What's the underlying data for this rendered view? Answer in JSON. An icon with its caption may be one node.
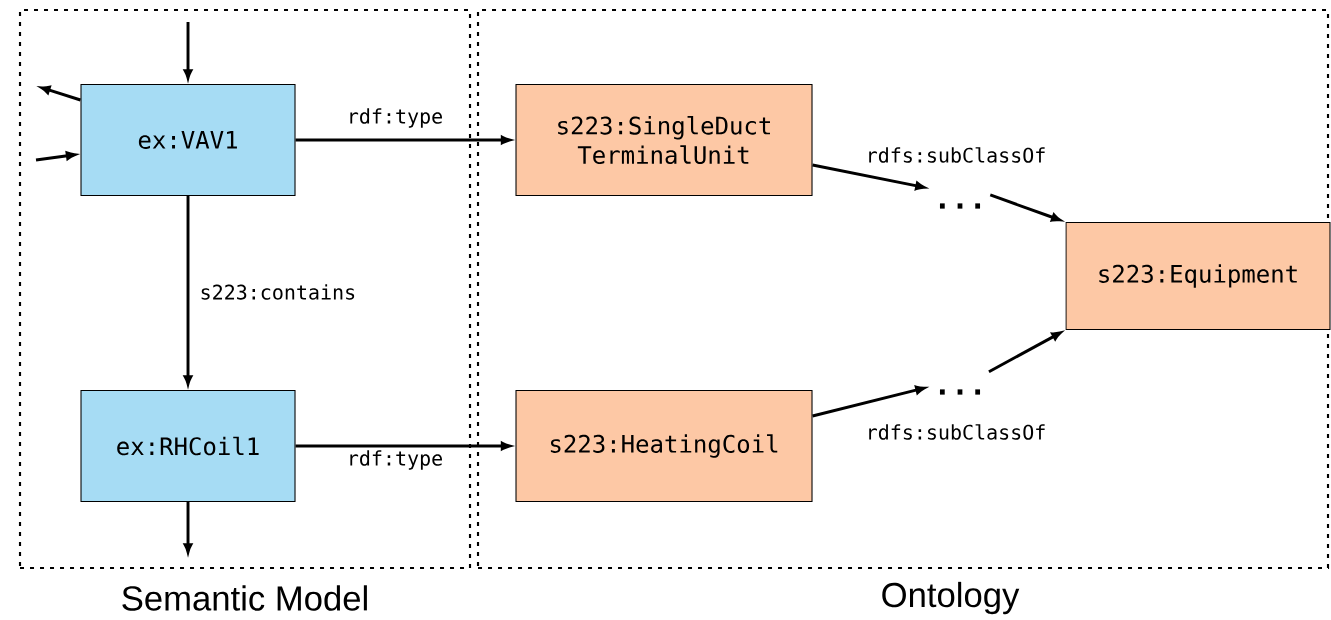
{
  "diagram": {
    "nodes": [
      {
        "text": [
          "Semantic Model"
        ]
      },
      {
        "text": [
          "Ontology"
        ]
      },
      {
        "text": [
          "ex:VAV1"
        ],
        "in": 0
      },
      {
        "text": [
          "ex:RHCoil1"
        ],
        "in": 0
      },
      {
        "text": [
          "s223:SingleDuct TerminalUnit"
        ],
        "in": 1
      },
      {
        "text": [
          "s223:HeatingCoil"
        ],
        "in": 1
      },
      {
        "text": [
          "..."
        ],
        "in": 1
      },
      {
        "text": [
          "..."
        ],
        "in": 1
      },
      {
        "text": [
          "s223:Equipment"
        ],
        "in": 1
      }
    ],
    "edges": [
      {
        "from": null,
        "to": 2,
        "arrow": "to"
      },
      {
        "from": 2,
        "to": null,
        "arrow": "to"
      },
      {
        "from": null,
        "to": 2,
        "arrow": "to"
      },
      {
        "from": 2,
        "to": 3,
        "arrow": "to",
        "label": "s223:contains"
      },
      {
        "from": 3,
        "to": null,
        "arrow": "to"
      },
      {
        "from": 2,
        "to": 4,
        "arrow": "to",
        "label": "rdf:type"
      },
      {
        "from": 3,
        "to": 5,
        "arrow": "to",
        "label": "rdf:type"
      },
      {
        "from": 4,
        "to": 6,
        "arrow": "to",
        "label": "rdfs:subClassOf"
      },
      {
        "from": 6,
        "to": 8,
        "arrow": "to"
      },
      {
        "from": 5,
        "to": 7,
        "arrow": "to",
        "label": "rdfs:subClassOf"
      },
      {
        "from": 7,
        "to": 8,
        "arrow": "to"
      }
    ]
  }
}
